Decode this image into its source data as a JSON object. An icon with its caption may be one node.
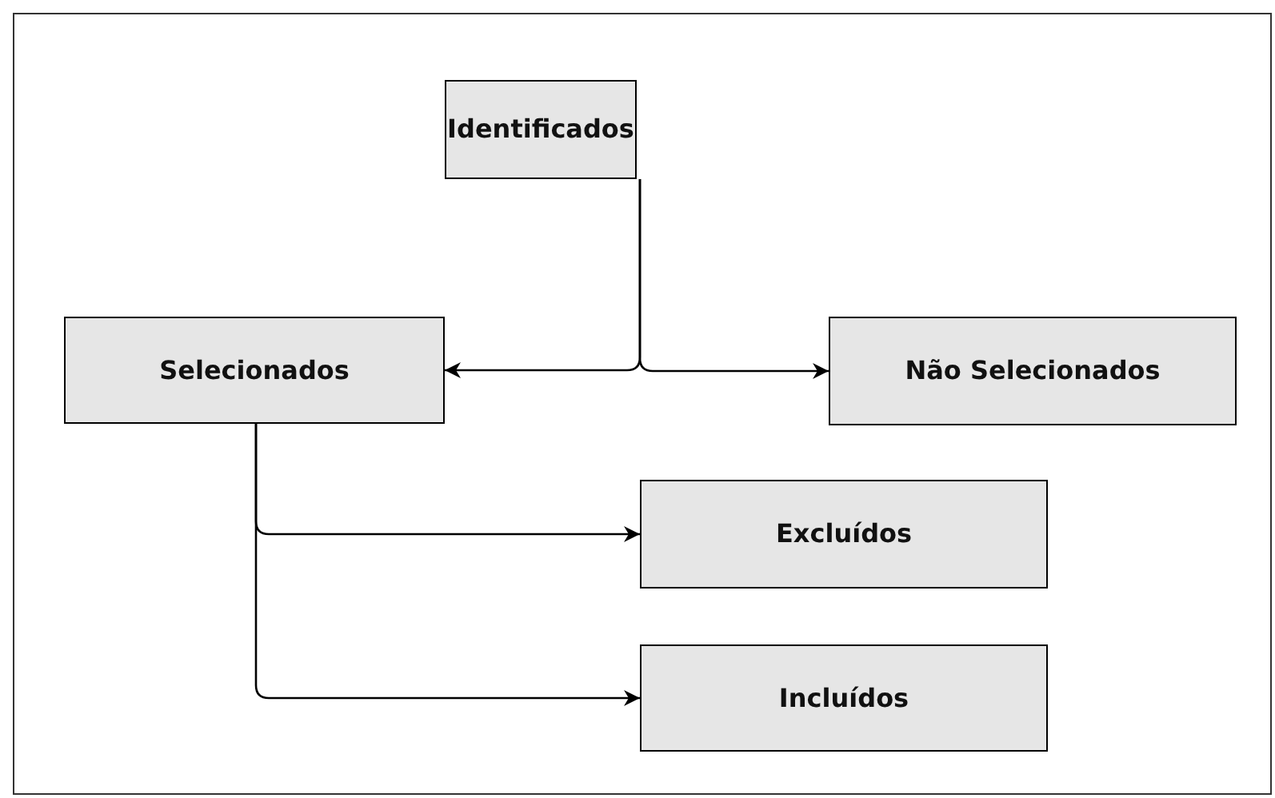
{
  "diagram": {
    "nodes": [
      {
        "text": [
          "Identificados"
        ]
      },
      {
        "text": [
          "Selecionados"
        ]
      },
      {
        "text": [
          "Não Selecionados"
        ]
      },
      {
        "text": [
          "Excluídos"
        ]
      },
      {
        "text": [
          "Incluídos"
        ]
      }
    ],
    "edges": [
      {
        "from": 0,
        "to": 1,
        "arrow": "to"
      },
      {
        "from": 0,
        "to": 2,
        "arrow": "to"
      },
      {
        "from": 1,
        "to": 3,
        "arrow": "to"
      },
      {
        "from": 1,
        "to": 4,
        "arrow": "to"
      }
    ]
  }
}
